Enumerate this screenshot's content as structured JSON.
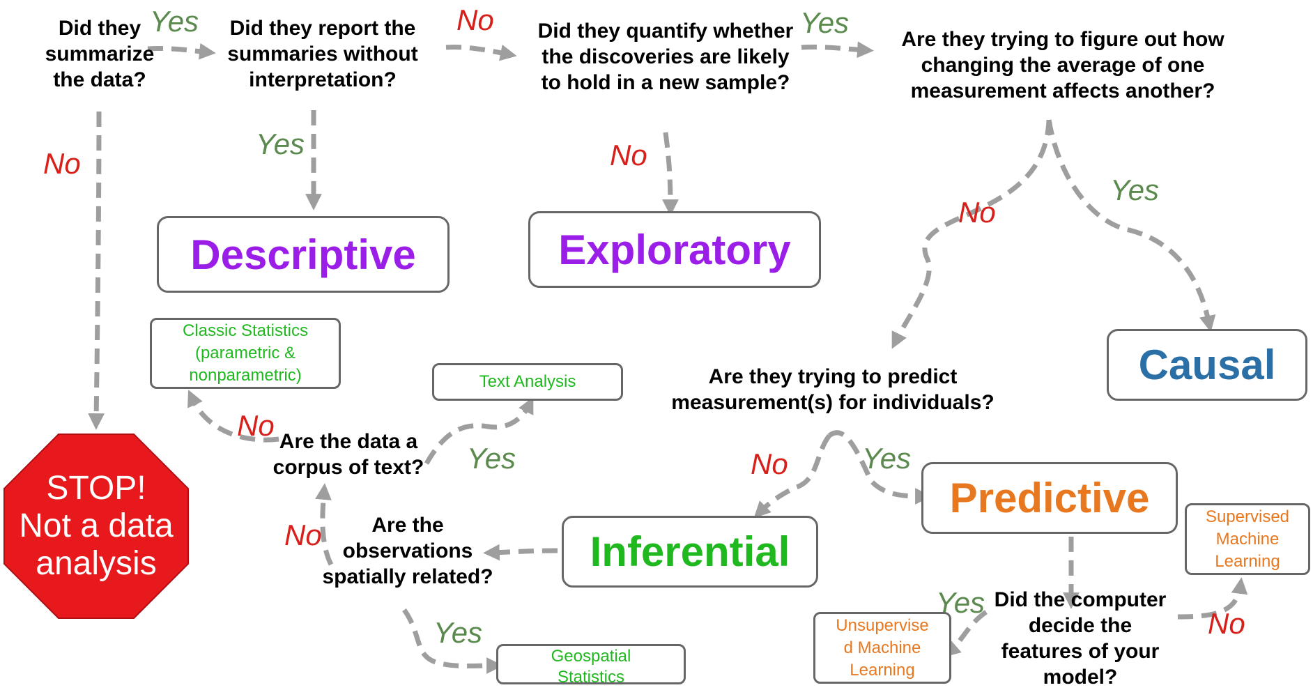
{
  "questions": {
    "summarize": "Did they\nsummarize\nthe data?",
    "report": "Did they report the\nsummaries without\ninterpretation?",
    "quantify": "Did they quantify whether\nthe discoveries are likely\nto hold in a new sample?",
    "average": "Are they trying to figure out how\nchanging the average of one\nmeasurement affects another?",
    "predict": "Are they trying to predict\nmeasurement(s) for individuals?",
    "corpus": "Are the data a\ncorpus of text?",
    "spatial": "Are the\nobservations\nspatially related?",
    "computer": "Did the computer\ndecide the\nfeatures of your\nmodel?"
  },
  "answers": {
    "yes": "Yes",
    "no": "No"
  },
  "types": {
    "descriptive": "Descriptive",
    "exploratory": "Exploratory",
    "causal": "Causal",
    "predictive": "Predictive",
    "inferential": "Inferential"
  },
  "methods": {
    "classic": "Classic Statistics\n(parametric &\nnonparametric)",
    "text": "Text Analysis",
    "geospatial": "Geospatial\nStatistics",
    "supervised": "Supervised\nMachine\nLearning",
    "unsupervised": "Unsupervise\nd Machine\nLearning"
  },
  "stop": "STOP!\nNot a data\nanalysis",
  "colors": {
    "purple": "#9b1de8",
    "blue": "#2a6fa6",
    "orange": "#e8781f",
    "green": "#1fb81f",
    "red": "#e8191d",
    "arrow": "#9e9e9e",
    "yes": "#5b8a4e",
    "no": "#d8201b"
  }
}
